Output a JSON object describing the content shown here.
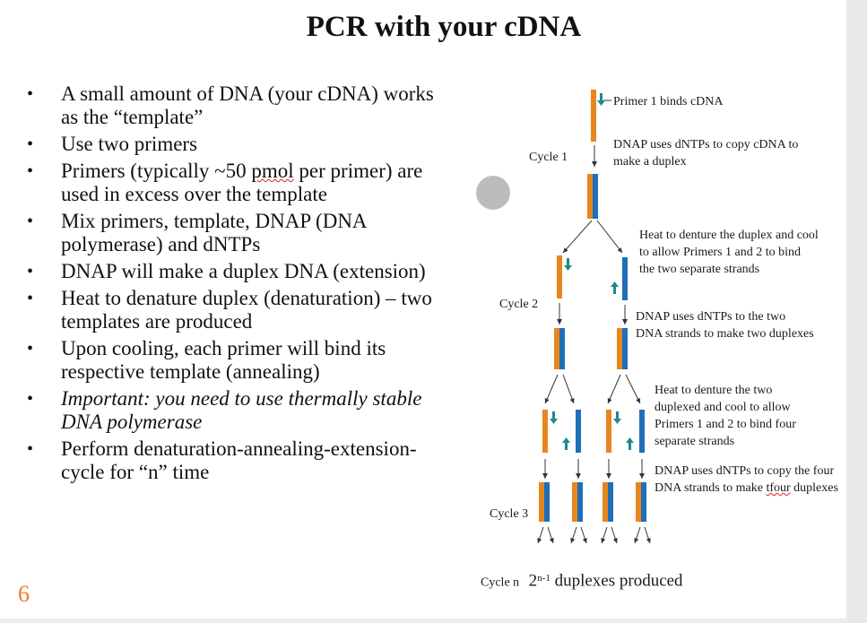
{
  "title": "PCR with your cDNA",
  "bullets": [
    {
      "text": "A small amount of DNA (your cDNA) works as the “template”",
      "italic": false
    },
    {
      "text": "Use two primers",
      "italic": false
    },
    {
      "text": "Primers (typically ~50 pmol per primer) are used in excess over the template",
      "italic": false
    },
    {
      "text": "Mix primers, template, DNAP (DNA polymerase) and dNTPs",
      "italic": false
    },
    {
      "text": "DNAP will make a duplex DNA (extension)",
      "italic": false
    },
    {
      "text": "Heat to denature duplex (denaturation) – two templates are produced",
      "italic": false
    },
    {
      "text": "Upon cooling, each primer will bind its respective template (annealing)",
      "italic": false
    },
    {
      "text": "Important: you need to use thermally stable DNA polymerase",
      "italic": true
    },
    {
      "text": "Perform denaturation-annealing-extension-cycle for “n” time",
      "italic": false
    }
  ],
  "diagram": {
    "cycle_labels": {
      "c1": "Cycle 1",
      "c2": "Cycle 2",
      "c3": "Cycle 3",
      "cn": "Cycle n"
    },
    "notes": {
      "n1": "Primer 1 binds cDNA",
      "n2": "DNAP uses dNTPs to copy cDNA to make a duplex",
      "n3": "Heat to denture the duplex and cool to allow Primers 1 and 2 to bind the two separate strands",
      "n4": "DNAP uses dNTPs to the two DNA strands to make two duplexes",
      "n5": "Heat to denture the two duplexed and cool to allow Primers 1 and 2 to bind four separate strands",
      "n6": "DNAP uses dNTPs to copy the four DNA strands to make tfour duplexes"
    },
    "result": {
      "base": "2",
      "exponent": "n-1",
      "text": " duplexes produced"
    }
  },
  "page_number": "6",
  "colors": {
    "orange": "#e8861e",
    "blue": "#1f6fb8",
    "teal": "#1e8a8a",
    "page_number": "#f07b24"
  }
}
